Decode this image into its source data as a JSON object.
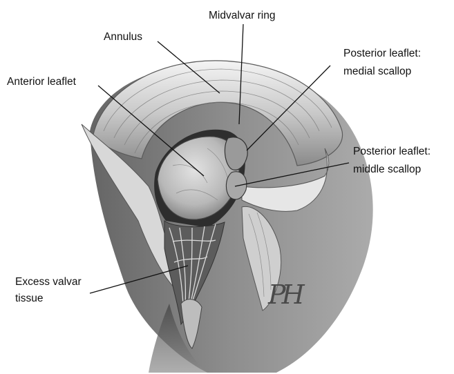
{
  "figure": {
    "labels": {
      "annulus": "Annulus",
      "midvalvar_ring": "Midvalvar ring",
      "anterior_leaflet": "Anterior leaflet",
      "posterior_medial_line1": "Posterior leaflet:",
      "posterior_medial_line2": "medial scallop",
      "posterior_middle_line1": "Posterior leaflet:",
      "posterior_middle_line2": "middle scallop",
      "excess_line1": "Excess valvar",
      "excess_line2": "tissue"
    },
    "signature": "PH"
  }
}
